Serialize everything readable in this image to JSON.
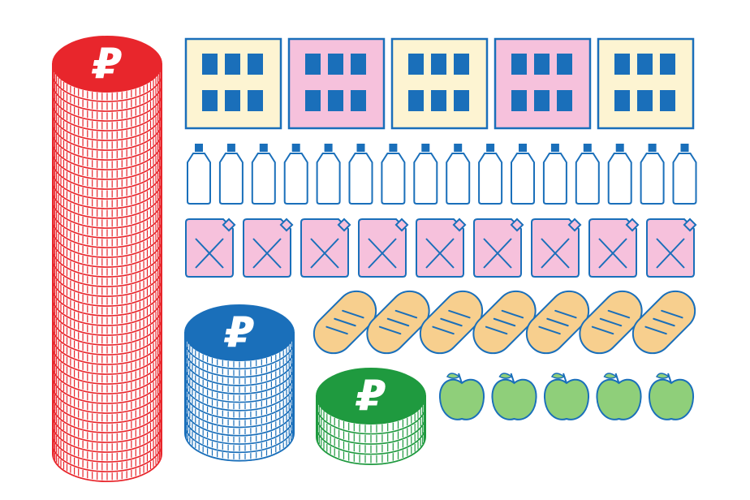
{
  "colors": {
    "red": "#e8262c",
    "blue": "#1a6fba",
    "green": "#1f9a3f",
    "cream": "#fdf4d2",
    "pink": "#f6c1dc",
    "bread": "#f7cf8e",
    "apple": "#8fcf7a",
    "white": "#ffffff"
  },
  "icons": {
    "currency": "ruble-icon",
    "building": "building-icon",
    "bottle": "bottle-icon",
    "canister": "canister-icon",
    "bread": "bread-loaf-icon",
    "apple": "apple-icon"
  },
  "coin_stacks": [
    {
      "name": "large-red-coin-stack",
      "symbol": "₽",
      "color_key": "red",
      "coin_count": 40
    },
    {
      "name": "medium-blue-coin-stack",
      "symbol": "₽",
      "color_key": "blue",
      "coin_count": 12
    },
    {
      "name": "small-green-coin-stack",
      "symbol": "₽",
      "color_key": "green",
      "coin_count": 4
    }
  ],
  "goods": {
    "buildings": {
      "count": 5,
      "fills": [
        "cream",
        "pink",
        "cream",
        "pink",
        "cream"
      ]
    },
    "bottles": {
      "count": 16
    },
    "canisters": {
      "count": 9
    },
    "breads": {
      "count": 7
    },
    "apples": {
      "count": 5
    }
  }
}
